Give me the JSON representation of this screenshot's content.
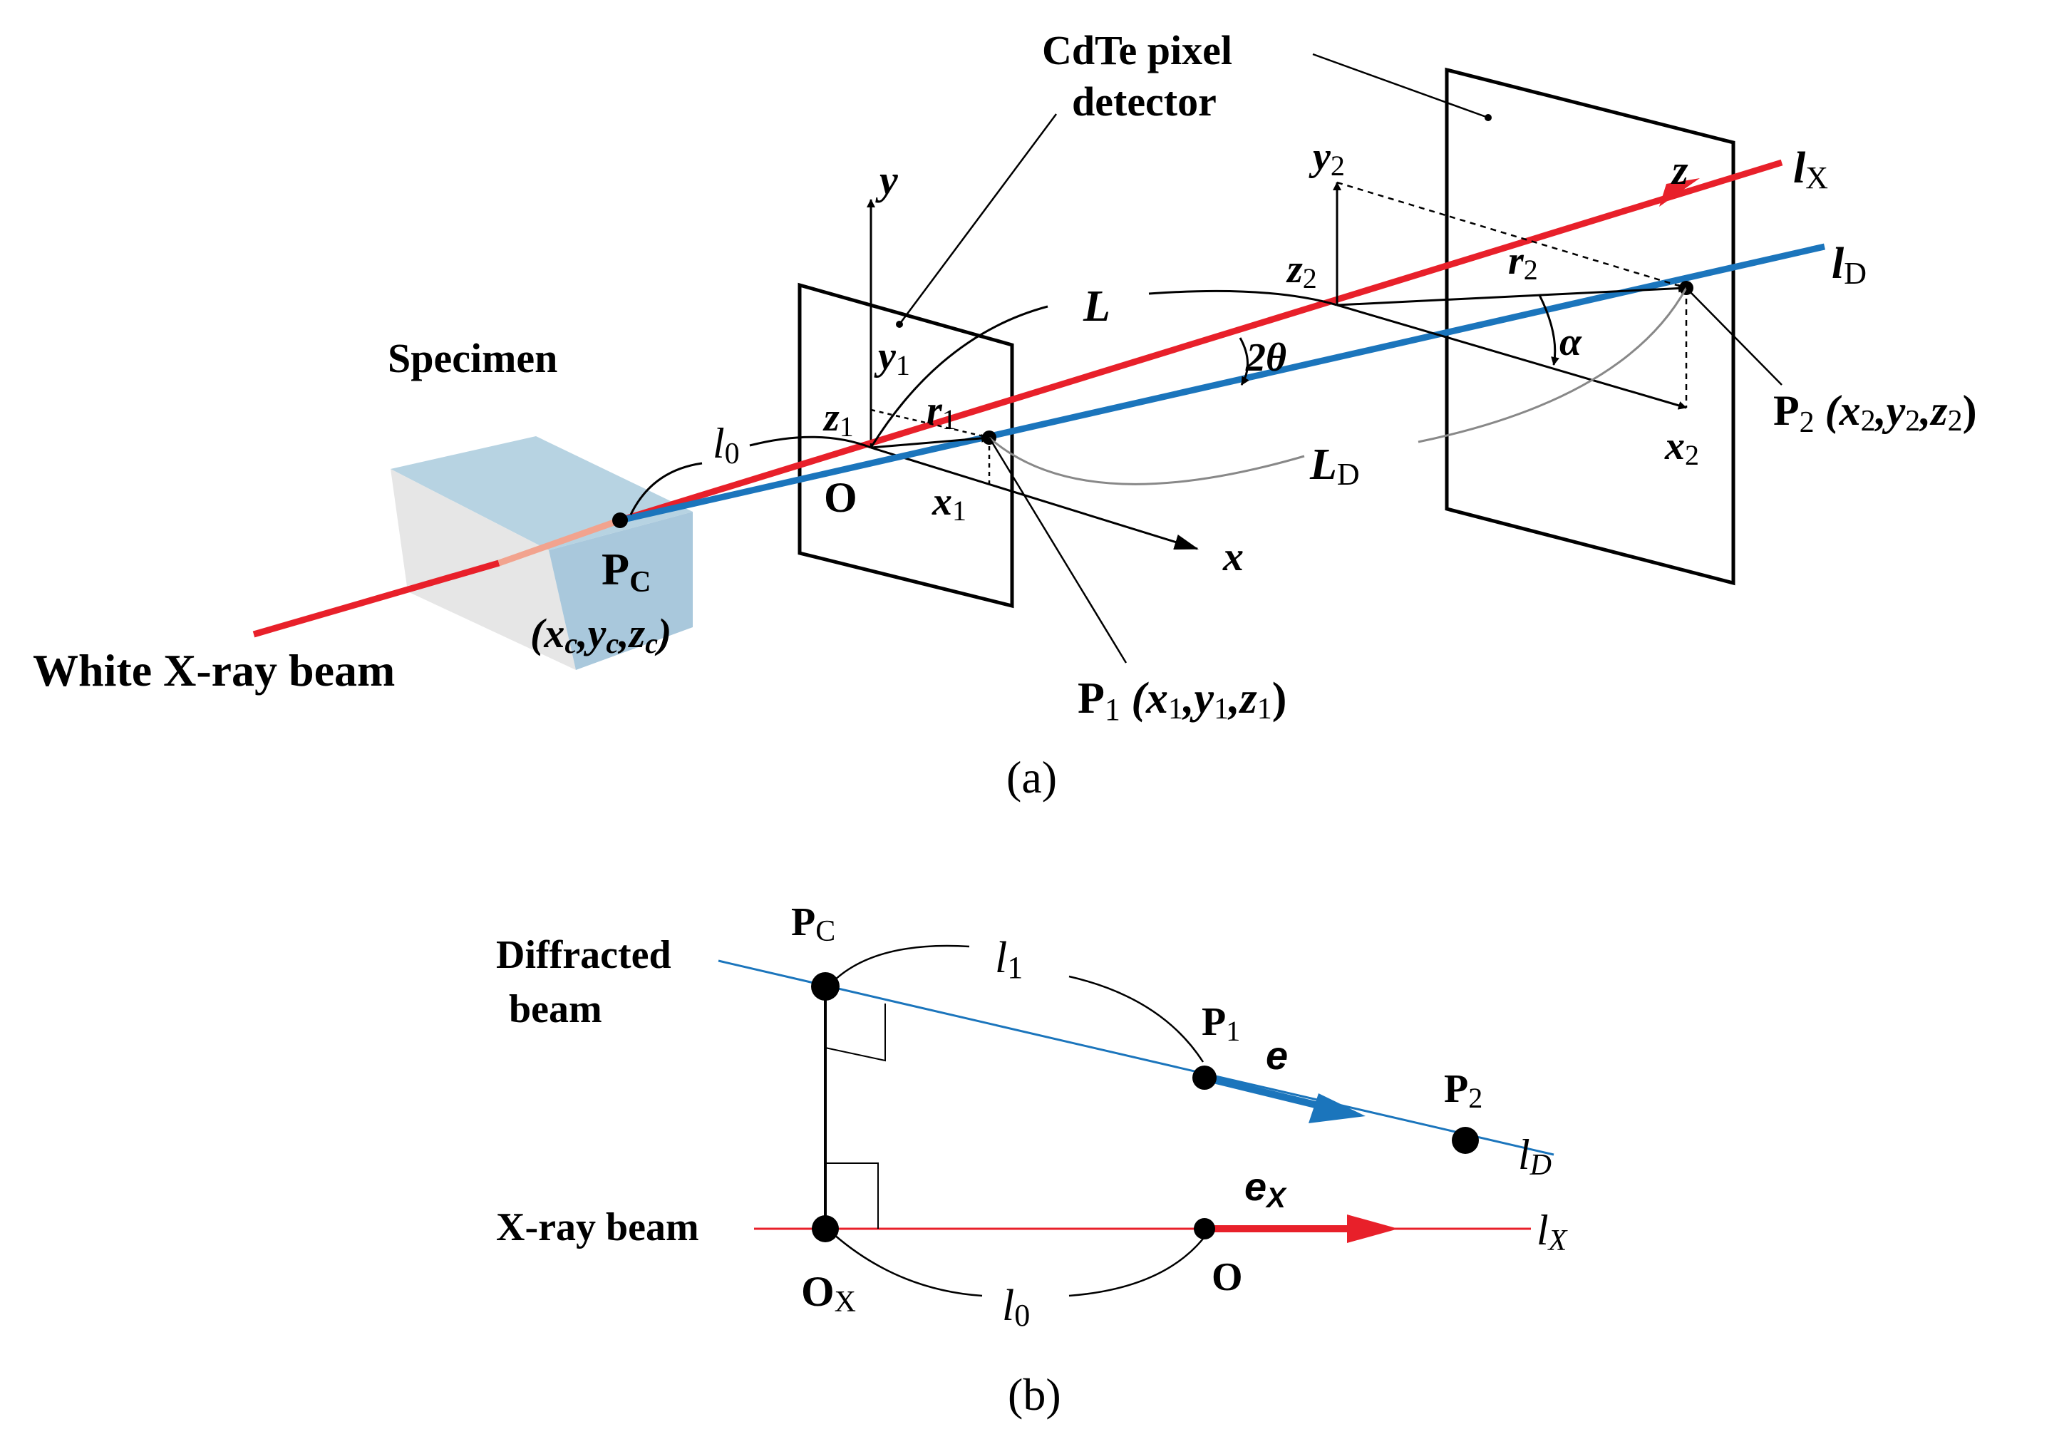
{
  "colors": {
    "xray": "#e8202a",
    "diffracted": "#1b75bc",
    "specimen_top": "#b7d3e2",
    "specimen_front": "#e6e6e6",
    "specimen_side": "#a9c8dc",
    "ink": "#000000",
    "leader": "#888888"
  },
  "panel_a": {
    "caption": "(a)",
    "detector_label_line1": "CdTe pixel",
    "detector_label_line2": "detector",
    "specimen_label": "Specimen",
    "beam_label": "White X-ray beam",
    "axes": {
      "x": "x",
      "y": "y",
      "z": "z"
    },
    "origin": "O",
    "pc": {
      "main": "P",
      "sub": "C",
      "coords": "(x",
      "c1": "c",
      "comma1": ",y",
      "c2": "c",
      "comma2": ",z",
      "c3": "c",
      "close": ")"
    },
    "p1": {
      "main": "P",
      "sub": "1",
      "open": " (x",
      "s1": "1",
      "y": ",y",
      "s2": "1",
      "z": ",z",
      "s3": "1",
      "close": ")"
    },
    "p2": {
      "main": "P",
      "sub": "2",
      "open": " (x",
      "s1": "2",
      "y": ",y",
      "s2": "2",
      "z": ",z",
      "s3": "2",
      "close": ")"
    },
    "x1": "x",
    "x1_sub": "1",
    "y1": "y",
    "y1_sub": "1",
    "z1": "z",
    "z1_sub": "1",
    "r1": "r",
    "r1_sub": "1",
    "x2": "x",
    "x2_sub": "2",
    "y2": "y",
    "y2_sub": "2",
    "z2": "z",
    "z2_sub": "2",
    "r2": "r",
    "r2_sub": "2",
    "l0": "l",
    "l0_sub": "0",
    "L": "L",
    "LD": "L",
    "LD_sub": "D",
    "two_theta": "2θ",
    "alpha": "α",
    "lX": "l",
    "lX_sub": "X",
    "lD": "l",
    "lD_sub": "D"
  },
  "panel_b": {
    "caption": "(b)",
    "diffracted_line1": "Diffracted",
    "diffracted_line2": "beam",
    "xray_label": "X-ray beam",
    "pc": "P",
    "pc_sub": "C",
    "p1": "P",
    "p1_sub": "1",
    "p2": "P",
    "p2_sub": "2",
    "ox": "O",
    "ox_sub": "X",
    "o": "O",
    "l1": "l",
    "l1_sub": "1",
    "l0": "l",
    "l0_sub": "0",
    "e": "e",
    "ex": "e",
    "ex_sub": "X",
    "lD": "l",
    "lD_sub": "D",
    "lX": "l",
    "lX_sub": "X"
  }
}
